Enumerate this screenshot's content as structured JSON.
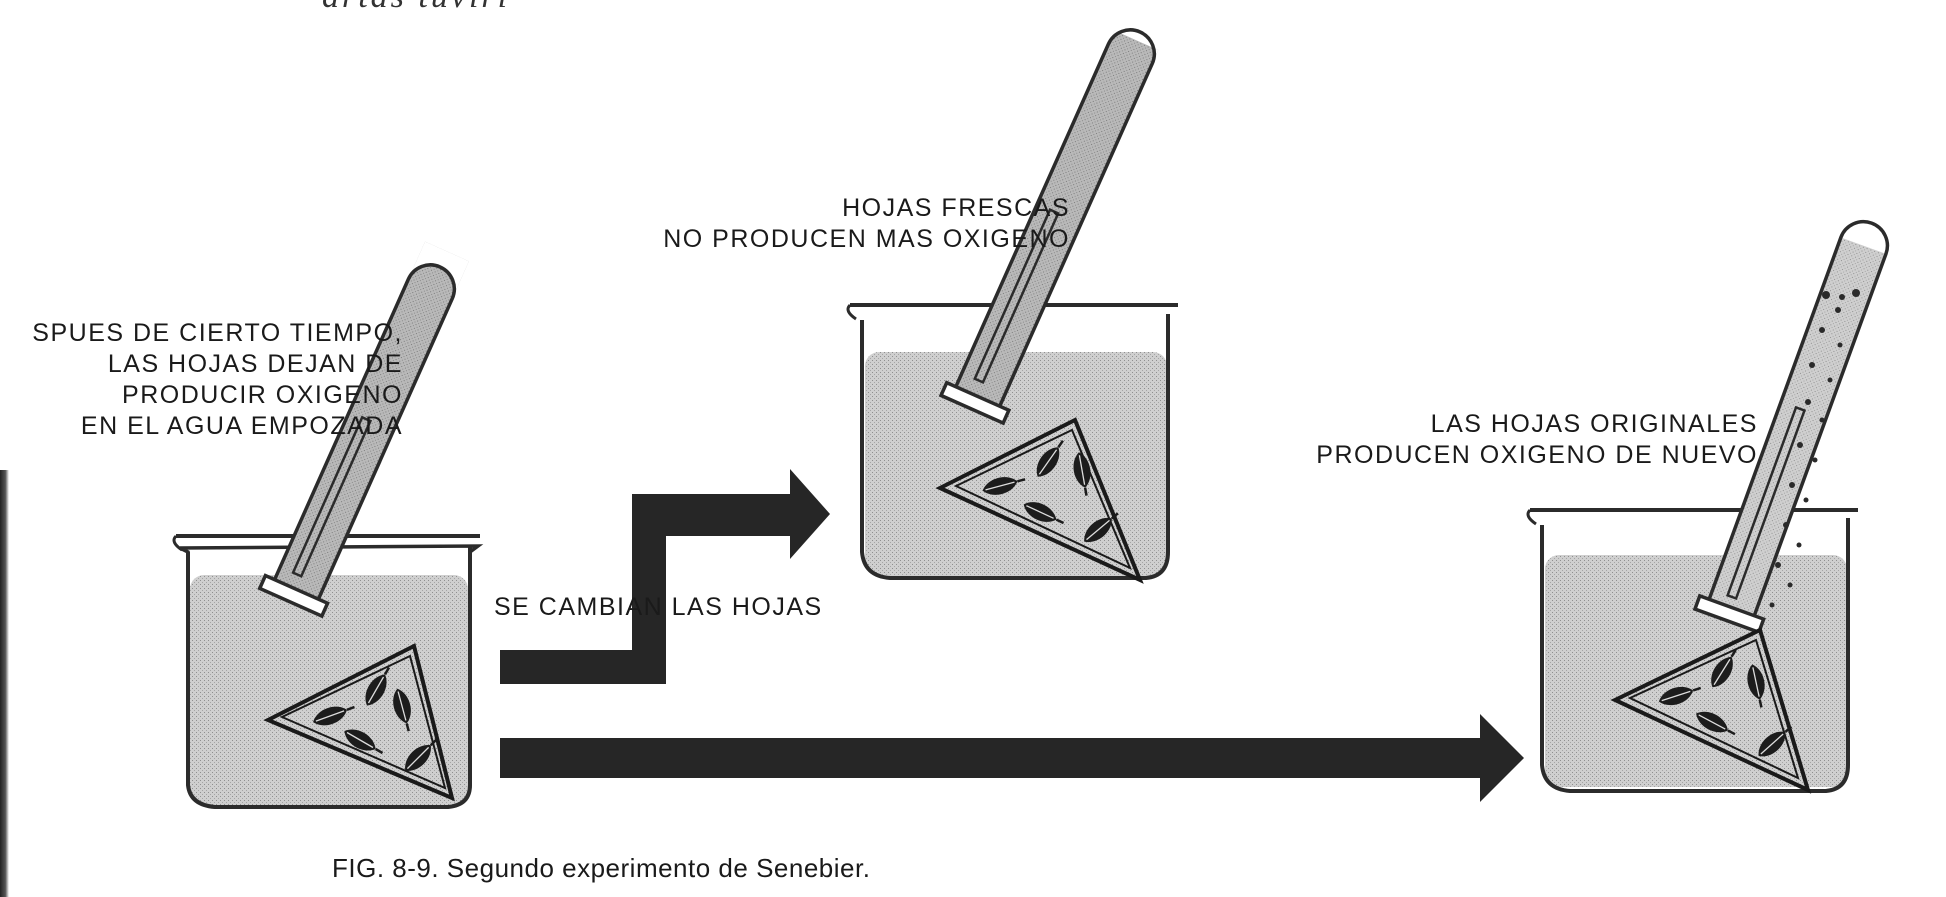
{
  "top_fragment": "artas tuviri",
  "labels": {
    "left_stage": [
      "SPUES DE CIERTO TIEMPO,",
      "LAS HOJAS DEJAN DE",
      "PRODUCIR OXIGENO",
      "EN EL AGUA EMPOZADA"
    ],
    "middle_stage": [
      "HOJAS FRESCAS",
      "NO PRODUCEN MAS OXIGENO"
    ],
    "right_stage": [
      "LAS HOJAS ORIGINALES",
      "PRODUCEN OXIGENO DE NUEVO"
    ],
    "arrow_label": "SE CAMBIAN LAS HOJAS"
  },
  "caption": "FIG. 8-9. Segundo experimento de Senebier.",
  "colors": {
    "ink": "#1a1a1a",
    "water": "#c9c9c9",
    "arrow": "#262626",
    "glass": "#2b2b2b"
  }
}
